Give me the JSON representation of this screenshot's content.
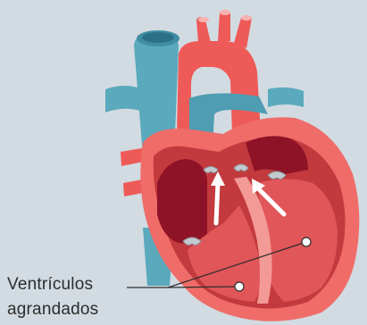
{
  "callout": {
    "line1": "Ventrículos",
    "line2": "agrandados"
  },
  "colors": {
    "background": "#d2dbe1",
    "vein_blue": "#5aa9bd",
    "vein_blue_dark": "#3f8ea3",
    "artery_red": "#ee5a58",
    "heart_wall": "#ef6c68",
    "heart_inner": "#c33a3e",
    "chamber_dark": "#8e1326",
    "valve_gray": "#c4c9cf",
    "arrow_white": "#ffffff",
    "leader_line": "#2d2d2d"
  },
  "icons": [
    "heart-illustration",
    "blood-flow-arrow",
    "callout-dot"
  ]
}
